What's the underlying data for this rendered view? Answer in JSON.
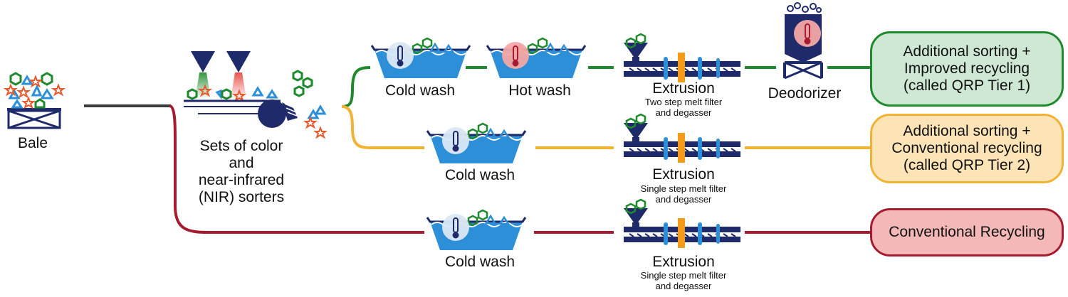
{
  "colors": {
    "tier1": "#1e8a2d",
    "tier2": "#f2b233",
    "conventional": "#a51c30",
    "neutral": "#3c3c3c",
    "navy": "#1f2a6b",
    "water": "#2c8fd8",
    "orange_part": "#f49a19",
    "tier1_fill": "#cfe8d4",
    "tier2_fill": "#fde4b6",
    "conventional_fill": "#f4b8b8"
  },
  "stages": {
    "bale": "Bale",
    "sorters": [
      "Sets of color",
      "and",
      "near-infrared",
      "(NIR) sorters"
    ],
    "tier1": {
      "cold_wash": "Cold wash",
      "hot_wash": "Hot wash",
      "extrusion": "Extrusion",
      "extrusion_note": [
        "Two step melt filter",
        "and degasser"
      ],
      "deodorizer": "Deodorizer"
    },
    "tier2": {
      "cold_wash": "Cold wash",
      "extrusion": "Extrusion",
      "extrusion_note": [
        "Single step melt filter",
        "and degasser"
      ]
    },
    "conventional": {
      "cold_wash": "Cold wash",
      "extrusion": "Extrusion",
      "extrusion_note": [
        "Single step melt filter",
        "and degasser"
      ]
    }
  },
  "outcomes": {
    "tier1": [
      "Additional sorting +",
      "Improved recycling",
      "(called QRP Tier 1)"
    ],
    "tier2": [
      "Additional sorting +",
      "Conventional recycling",
      "(called QRP Tier 2)"
    ],
    "conventional": [
      "Conventional Recycling"
    ]
  }
}
